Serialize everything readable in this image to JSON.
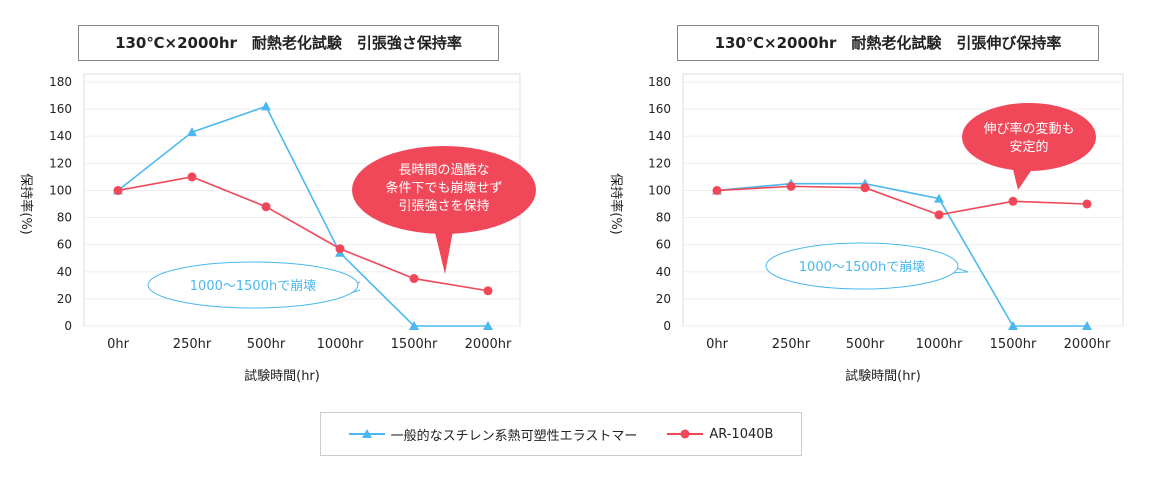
{
  "colors": {
    "competitor": "#4cb8f0",
    "ar": "#f04858",
    "callout_red": "#f04858"
  },
  "chart_data": [
    {
      "type": "line",
      "title": "130℃×2000hr　耐熱老化試験　引張強さ保持率",
      "xlabel": "試験時間(hr)",
      "ylabel": "保持率(%)",
      "ylim": [
        0,
        180
      ],
      "yticks": [
        0,
        20,
        40,
        60,
        80,
        100,
        120,
        140,
        160,
        180
      ],
      "categories": [
        "0hr",
        "250hr",
        "500hr",
        "1000hr",
        "1500hr",
        "2000hr"
      ],
      "series": [
        {
          "name": "一般的なスチレン系熱可塑性エラストマー",
          "marker": "triangle",
          "values": [
            100,
            143,
            162,
            54,
            0,
            0
          ]
        },
        {
          "name": "AR-1040B",
          "marker": "circle",
          "values": [
            100,
            110,
            88,
            57,
            35,
            26
          ]
        }
      ],
      "annotations": [
        "長時間の過酷な",
        "条件下でも崩壊せず",
        "引張強さを保持",
        "1000〜1500hで崩壊"
      ]
    },
    {
      "type": "line",
      "title": "130℃×2000hr　耐熱老化試験　引張伸び保持率",
      "xlabel": "試験時間(hr)",
      "ylabel": "保持率(%)",
      "ylim": [
        0,
        180
      ],
      "yticks": [
        0,
        20,
        40,
        60,
        80,
        100,
        120,
        140,
        160,
        180
      ],
      "categories": [
        "0hr",
        "250hr",
        "500hr",
        "1000hr",
        "1500hr",
        "2000hr"
      ],
      "series": [
        {
          "name": "一般的なスチレン系熱可塑性エラストマー",
          "marker": "triangle",
          "values": [
            100,
            105,
            105,
            94,
            0,
            0
          ]
        },
        {
          "name": "AR-1040B",
          "marker": "circle",
          "values": [
            100,
            103,
            102,
            82,
            92,
            90
          ]
        }
      ],
      "annotations": [
        "伸び率の変動も",
        "安定的",
        "1000〜1500hで崩壊"
      ]
    }
  ],
  "legend": [
    "一般的なスチレン系熱可塑性エラストマー",
    "AR-1040B"
  ]
}
